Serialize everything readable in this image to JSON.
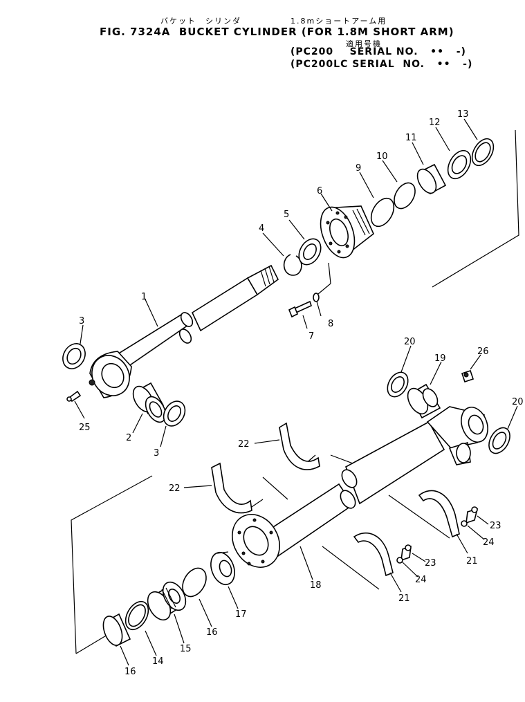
{
  "header": {
    "jp_title": "バケット　シリンダ",
    "jp_sub": "1.8mショートアーム用",
    "title": "FIG. 7324A  BUCKET CYLINDER (FOR 1.8M SHORT ARM)",
    "jp_models": "適用号機",
    "serial_1": "(PC200    SERIAL NO.   ••   -)",
    "serial_2": "(PC200LC SERIAL  NO.   ••   -)"
  },
  "part_labels": {
    "p1": "1",
    "p2": "2",
    "p3a": "3",
    "p3b": "3",
    "p4": "4",
    "p5": "5",
    "p6": "6",
    "p7": "7",
    "p8": "8",
    "p9": "9",
    "p10": "10",
    "p11": "11",
    "p12": "12",
    "p13": "13",
    "p14": "14",
    "p15": "15",
    "p16a": "16",
    "p16b": "16",
    "p17": "17",
    "p18": "18",
    "p19": "19",
    "p20a": "20",
    "p20b": "20",
    "p21a": "21",
    "p21b": "21",
    "p22a": "22",
    "p22b": "22",
    "p23a": "23",
    "p23b": "23",
    "p24a": "24",
    "p24b": "24",
    "p25": "25",
    "p26": "26"
  }
}
